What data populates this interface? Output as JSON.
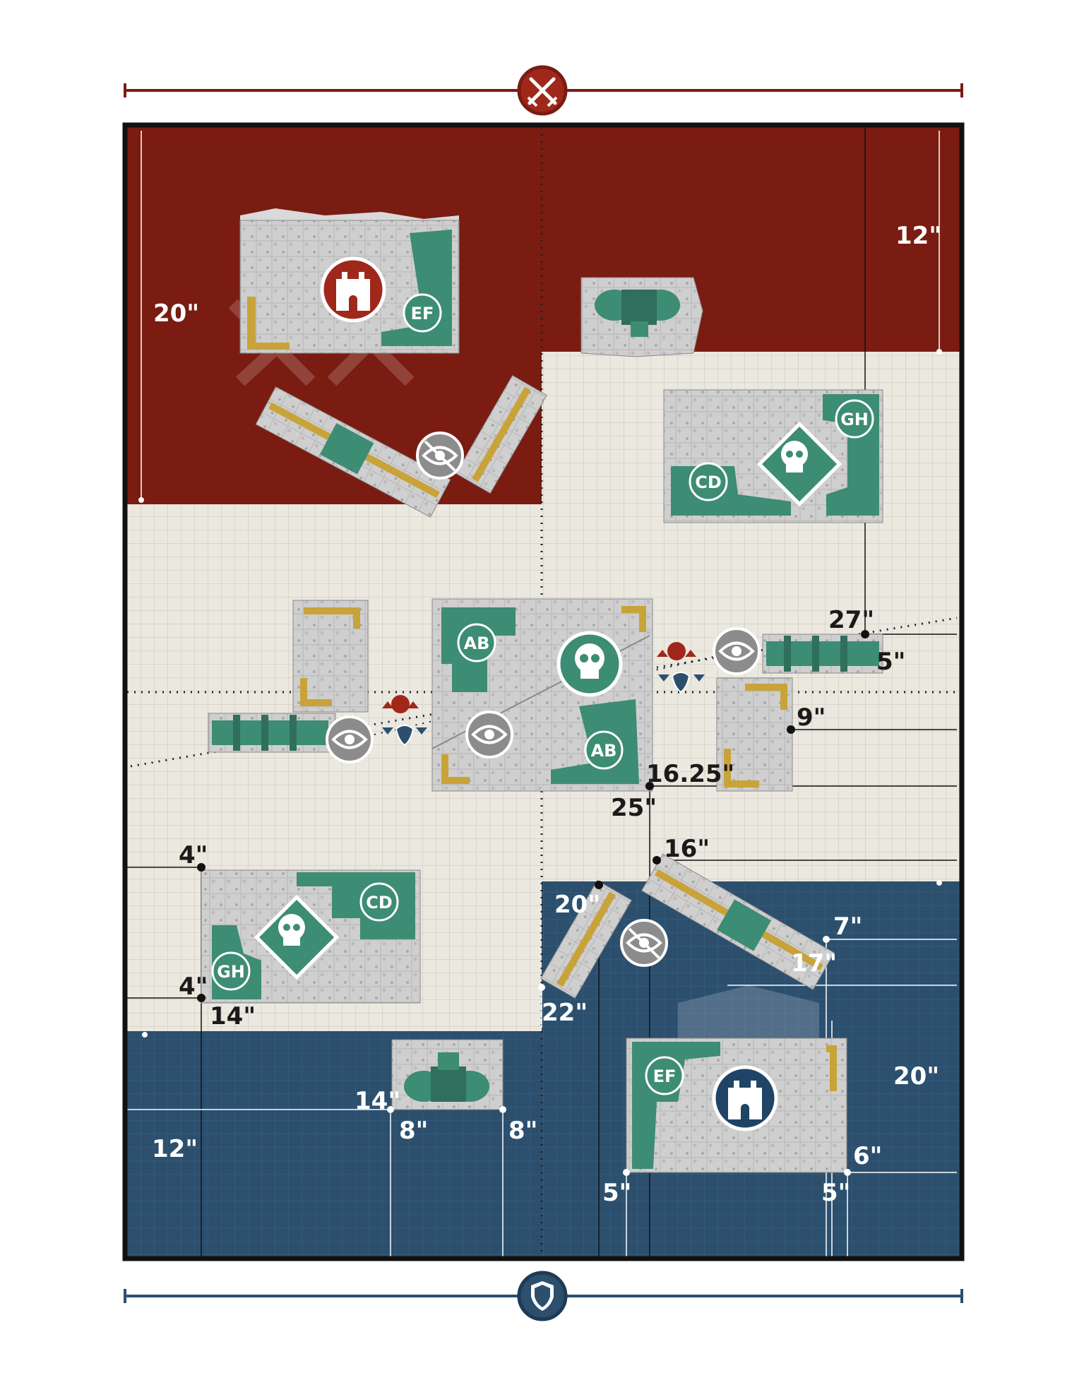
{
  "colors": {
    "attacker": "#7a1c12",
    "defender": "#2c4f6e",
    "neutral": "#ebe8df",
    "terrain_green": "#3d8c74",
    "terrain_gold": "#c8a33a",
    "ruin_grey": "#c9c9c9"
  },
  "icons": {
    "attacker": "crossed-swords-icon",
    "defender": "shield-icon",
    "objective": "skull-icon",
    "stronghold": "tower-icon",
    "visibility": "eye-icon",
    "blocked_visibility": "eye-slash-icon"
  },
  "measurements": {
    "m20_top_left": "20\"",
    "m12_top_right": "12\"",
    "m27": "27\"",
    "m5_mid_right": "5\"",
    "m9": "9\"",
    "m16_25": "16.25\"",
    "m25": "25\"",
    "m16": "16\"",
    "m4_upper": "4\"",
    "m4_lower": "4\"",
    "m14_left": "14\"",
    "m20_mid": "20\"",
    "m22": "22\"",
    "m7": "7\"",
    "m17": "17\"",
    "m20_bottom_right": "20\"",
    "m14_bottom": "14\"",
    "m8_left": "8\"",
    "m8_right": "8\"",
    "m12_bottom_left": "12\"",
    "m6": "6\"",
    "m5_bottom_left": "5\"",
    "m5_bottom_right": "5\""
  },
  "terrain_labels": {
    "ef_top": "EF",
    "gh_right": "GH",
    "cd_right": "CD",
    "ab_upper": "AB",
    "ab_lower": "AB",
    "cd_left": "CD",
    "gh_left": "GH",
    "ef_bottom": "EF"
  }
}
